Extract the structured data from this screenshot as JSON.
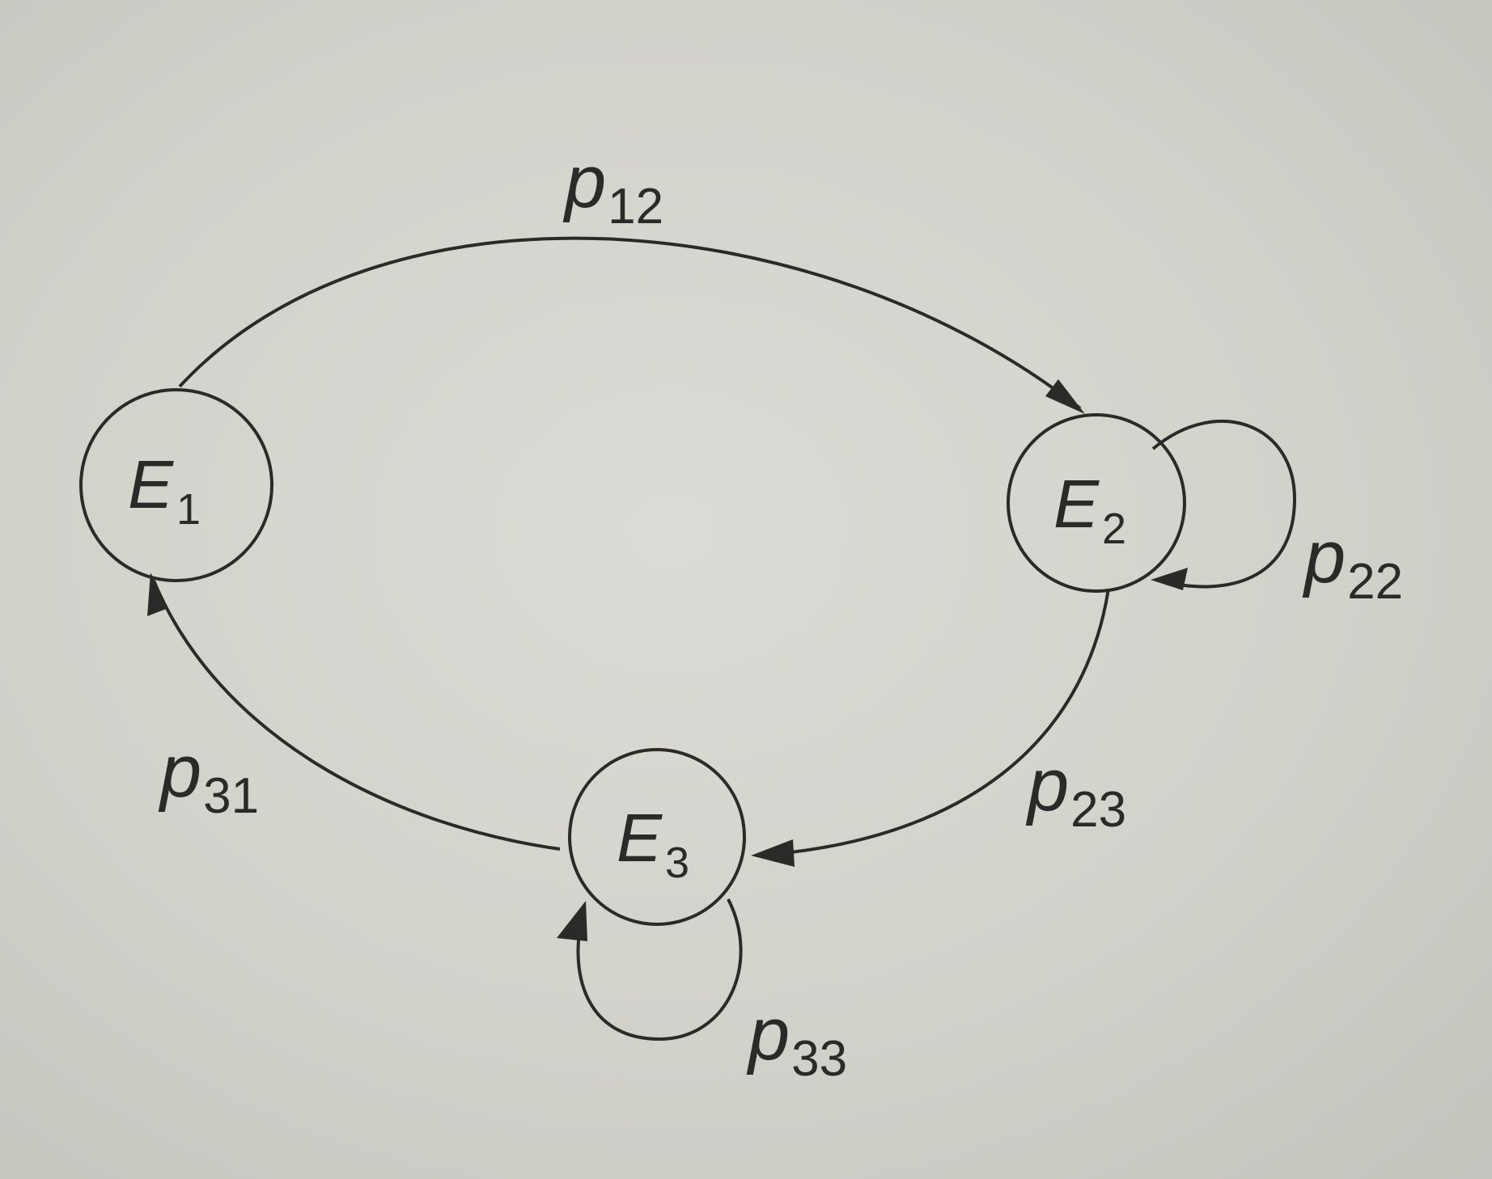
{
  "diagram": {
    "type": "state-transition",
    "states": [
      {
        "id": "E1",
        "letter": "E",
        "sub": "1"
      },
      {
        "id": "E2",
        "letter": "E",
        "sub": "2"
      },
      {
        "id": "E3",
        "letter": "E",
        "sub": "3"
      }
    ],
    "transitions": [
      {
        "from": "E1",
        "to": "E2",
        "letter": "p",
        "sub": "12"
      },
      {
        "from": "E2",
        "to": "E2",
        "letter": "p",
        "sub": "22"
      },
      {
        "from": "E2",
        "to": "E3",
        "letter": "p",
        "sub": "23"
      },
      {
        "from": "E3",
        "to": "E1",
        "letter": "p",
        "sub": "31"
      },
      {
        "from": "E3",
        "to": "E3",
        "letter": "p",
        "sub": "33"
      }
    ]
  },
  "colors": {
    "ink": "#2b2a28",
    "paper": "#d6d6cf"
  }
}
